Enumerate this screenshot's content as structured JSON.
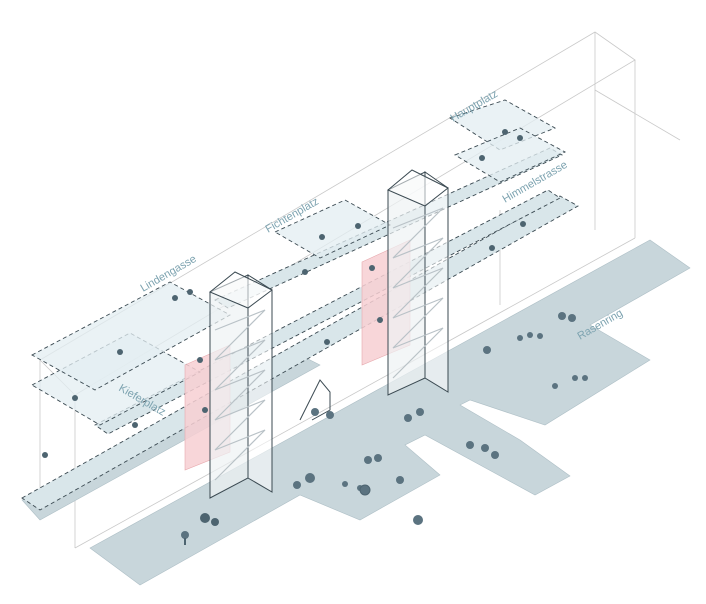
{
  "labels": {
    "lindengasse": "Lindengasse",
    "fichtenplatz": "Fichtenplatz",
    "hauptplatz": "Hauptplatz",
    "himmelstrasse": "Himmelstrasse",
    "kieferplatz": "Kieferplatz",
    "rasenring": "Rasenring"
  },
  "colors": {
    "ground": "#c8d6db",
    "bridge": "#d9e6ea",
    "platform": "#e3eef1",
    "stair_highlight": "#f7cfd2",
    "label": "#7da3b0",
    "figure": "#4d6470"
  }
}
